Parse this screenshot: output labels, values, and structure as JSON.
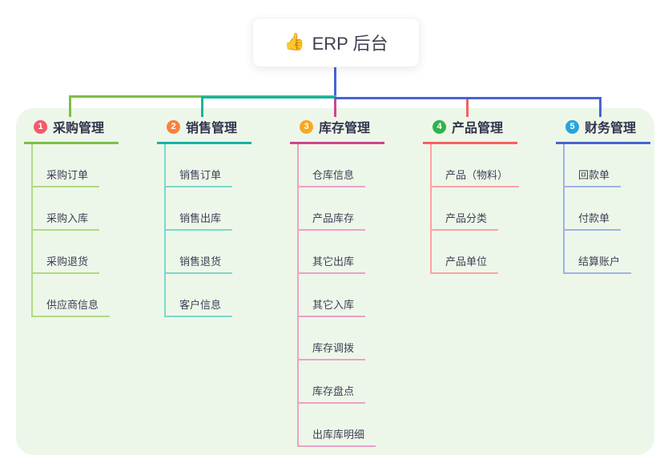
{
  "root": {
    "icon": "👍",
    "label": "ERP 后台"
  },
  "colors": {
    "stem": "#4a63d3",
    "panel_bg": "#edf7e9"
  },
  "branches": [
    {
      "num": "1",
      "label": "采购管理",
      "line_color": "#7cbf4a",
      "child_line_color": "#b2d985",
      "badge_color": "#f7596a",
      "children": [
        "采购订单",
        "采购入库",
        "采购退货",
        "供应商信息"
      ]
    },
    {
      "num": "2",
      "label": "销售管理",
      "line_color": "#14b4a6",
      "child_line_color": "#7cd7cc",
      "badge_color": "#f8823d",
      "children": [
        "销售订单",
        "销售出库",
        "销售退货",
        "客户信息"
      ]
    },
    {
      "num": "3",
      "label": "库存管理",
      "line_color": "#d2438f",
      "child_line_color": "#eda0c9",
      "badge_color": "#f7a823",
      "children": [
        "仓库信息",
        "产品库存",
        "其它出库",
        "其它入库",
        "库存调拨",
        "库存盘点",
        "出库库明细"
      ]
    },
    {
      "num": "4",
      "label": "产品管理",
      "line_color": "#f75f62",
      "child_line_color": "#fba3a3",
      "badge_color": "#2fb34c",
      "children": [
        "产品（物料）",
        "产品分类",
        "产品单位"
      ]
    },
    {
      "num": "5",
      "label": "财务管理",
      "line_color": "#4a63d3",
      "child_line_color": "#9fb2e8",
      "badge_color": "#27a5dc",
      "children": [
        "回款单",
        "付款单",
        "结算账户"
      ]
    }
  ]
}
